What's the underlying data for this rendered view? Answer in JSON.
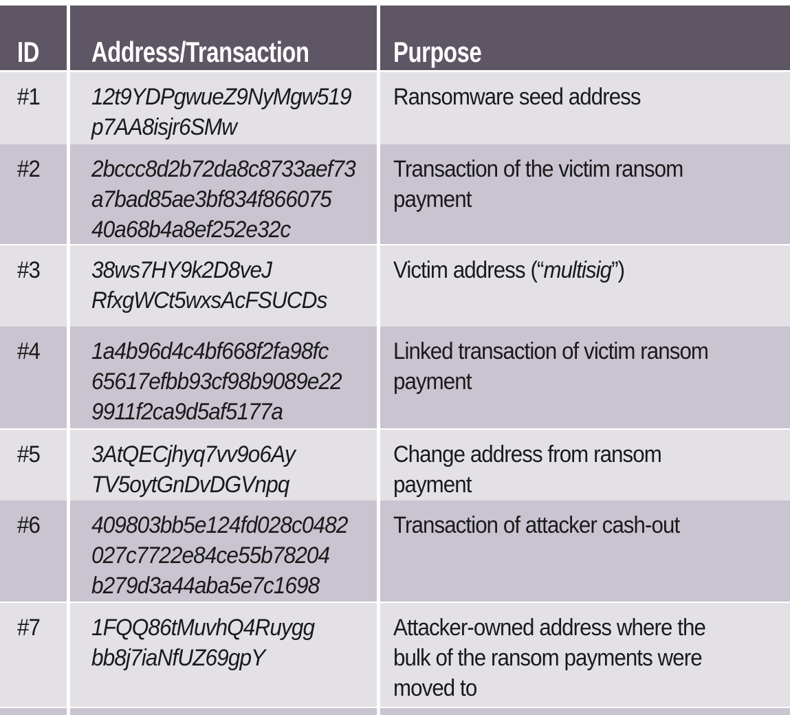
{
  "table": {
    "colors": {
      "header_bg": "#5e5665",
      "light_row_bg": "#e3e1e6",
      "dark_row_bg": "#c9c4d0",
      "text_color": "#1a1a1a",
      "header_text_color": "#ffffff",
      "grid_color": "#ffffff"
    },
    "columns": [
      {
        "label": "ID"
      },
      {
        "label": "Address/Transaction"
      },
      {
        "label": "Purpose"
      }
    ],
    "rows": [
      {
        "id": "#1",
        "address": "12t9YDPgwueZ9NyMgw519\np7AA8isjr6SMw",
        "purpose": "Ransomware seed address"
      },
      {
        "id": "#2",
        "address": "2bccc8d2b72da8c8733aef73\na7bad85ae3bf834f866075\n40a68b4a8ef252e32c",
        "purpose": "Transaction of the victim ransom\npayment"
      },
      {
        "id": "#3",
        "address": "38ws7HY9k2D8veJ\nRfxgWCt5wxsAcFSUCDs",
        "purpose_prefix": "Victim address (“",
        "purpose_italic": "multisig",
        "purpose_suffix": "”)"
      },
      {
        "id": "#4",
        "address": "1a4b96d4c4bf668f2fa98fc\n65617efbb93cf98b9089e22\n9911f2ca9d5af5177a",
        "purpose": "Linked transaction of victim ransom\npayment"
      },
      {
        "id": "#5",
        "address": "3AtQECjhyq7vv9o6Ay\nTV5oytGnDvDGVnpq",
        "purpose": "Change address from ransom\npayment"
      },
      {
        "id": "#6",
        "address": "409803bb5e124fd028c0482\n027c7722e84ce55b78204\nb279d3a44aba5e7c1698",
        "purpose": "Transaction of attacker cash-out"
      },
      {
        "id": "#7",
        "address": "1FQQ86tMuvhQ4Ruygg\nbb8j7iaNfUZ69gpY",
        "purpose": "Attacker-owned address where the\nbulk of the ransom payments were\nmoved to"
      }
    ]
  }
}
